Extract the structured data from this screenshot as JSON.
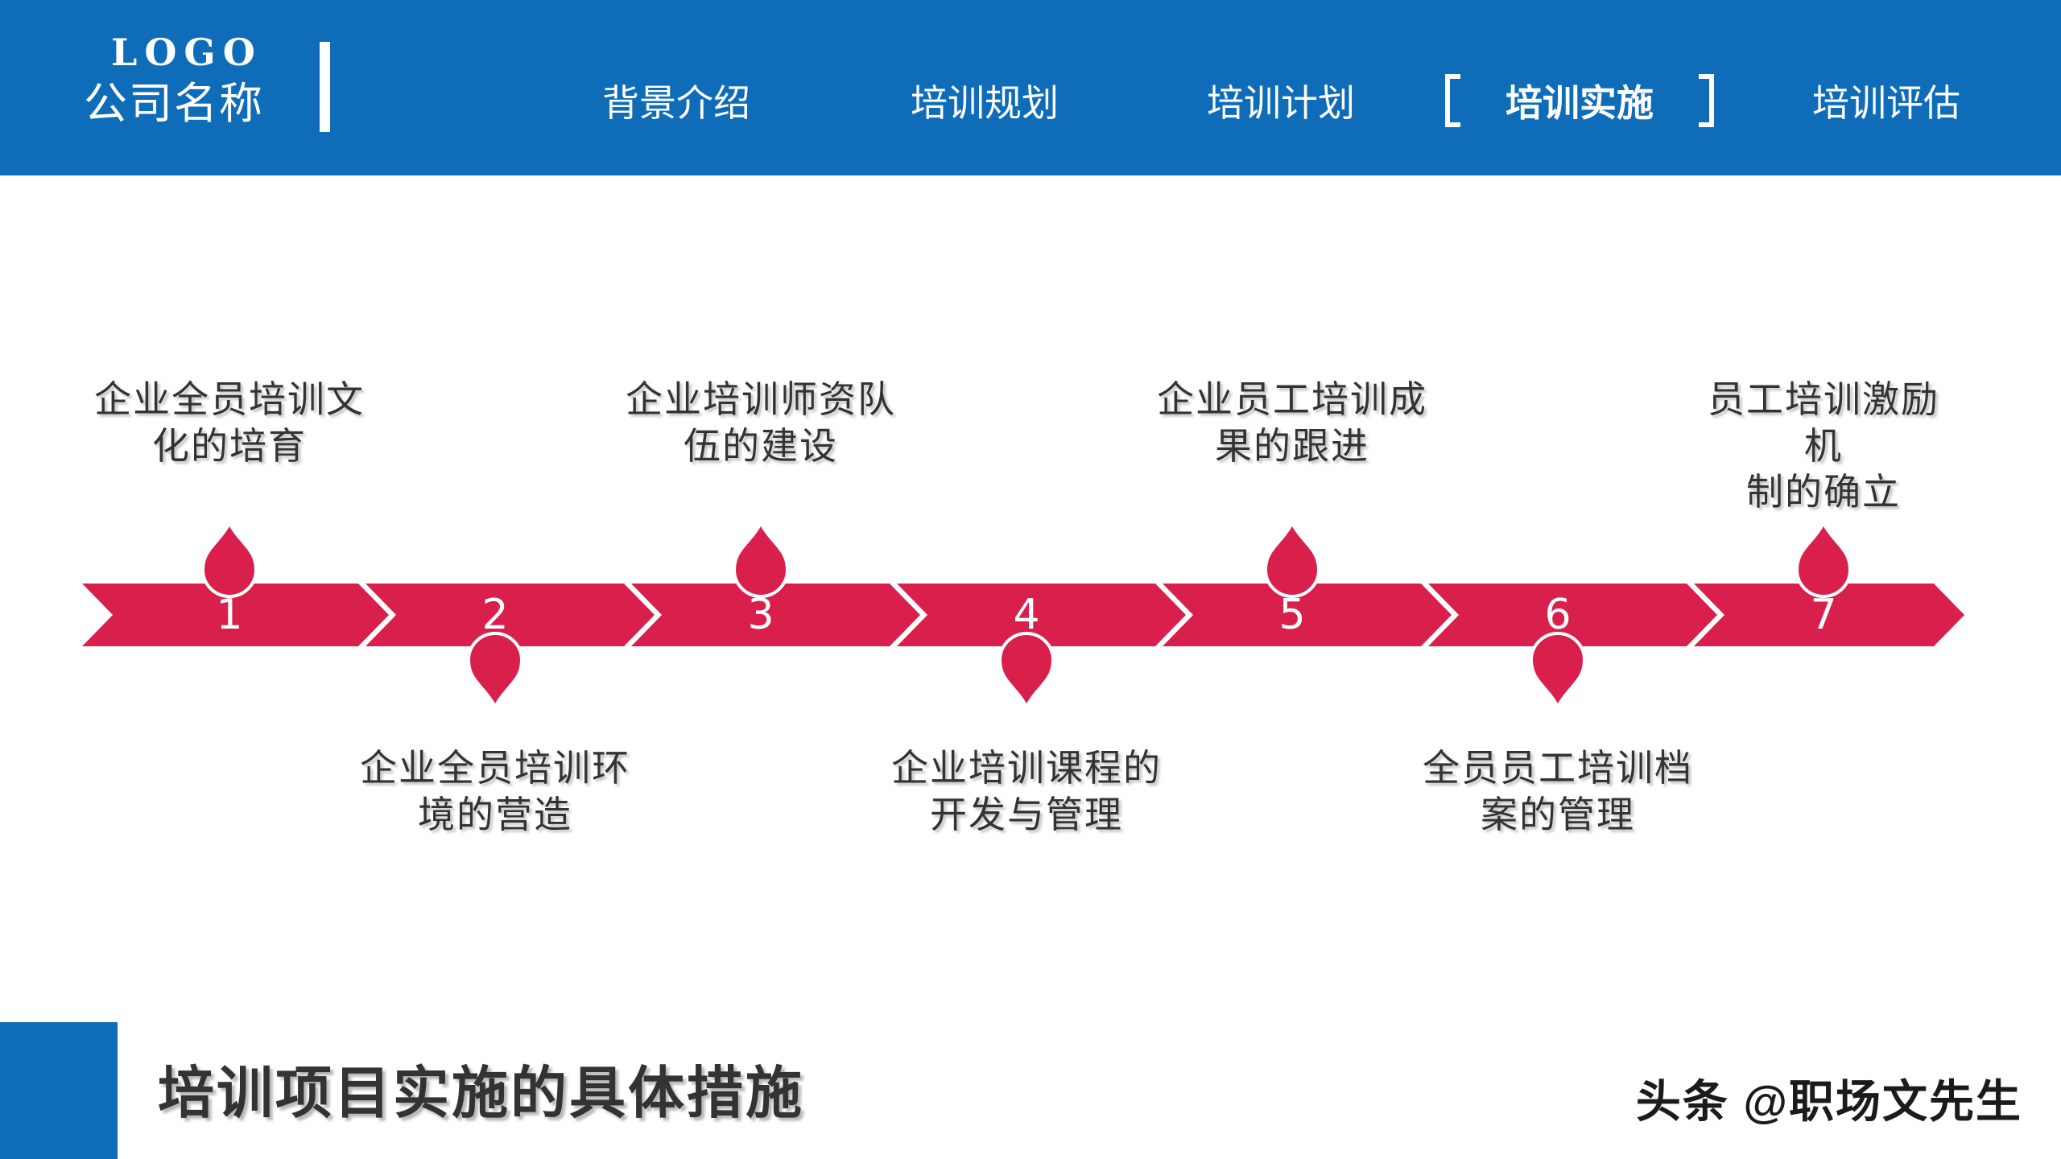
{
  "colors": {
    "header_blue": "#0E6CB8",
    "band_red": "#D9204C",
    "text_gray": "#333333"
  },
  "header": {
    "logo_text": "LOGO",
    "company_name": "公司名称",
    "nav": [
      {
        "label": "背景介绍",
        "active": false
      },
      {
        "label": "培训规划",
        "active": false
      },
      {
        "label": "培训计划",
        "active": false
      },
      {
        "label": "培训实施",
        "active": true
      },
      {
        "label": "培训评估",
        "active": false
      }
    ]
  },
  "timeline": {
    "steps": [
      {
        "num": "1",
        "label": "企业全员培训文\n化的培育",
        "position": "above"
      },
      {
        "num": "2",
        "label": "企业全员培训环\n境的营造",
        "position": "below"
      },
      {
        "num": "3",
        "label": "企业培训师资队\n伍的建设",
        "position": "above"
      },
      {
        "num": "4",
        "label": "企业培训课程的\n开发与管理",
        "position": "below"
      },
      {
        "num": "5",
        "label": "企业员工培训成\n果的跟进",
        "position": "above"
      },
      {
        "num": "6",
        "label": "全员员工培训档\n案的管理",
        "position": "below"
      },
      {
        "num": "7",
        "label": "员工培训激励机\n制的确立",
        "position": "above"
      }
    ]
  },
  "footer": {
    "title": "培训项目实施的具体措施",
    "watermark": "头条 @职场文先生"
  }
}
